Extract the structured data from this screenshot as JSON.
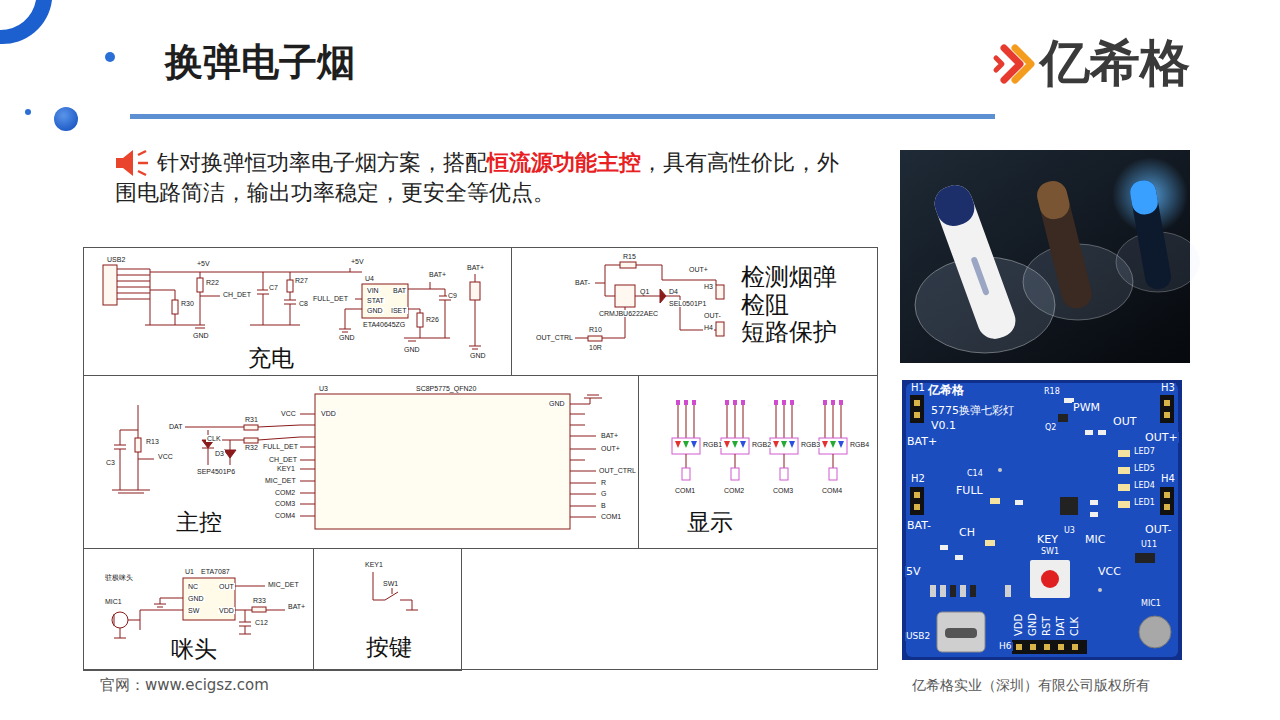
{
  "diagram": {
    "title": "换弹电子烟",
    "nodes": [
      {
        "text": [
          "充电"
        ]
      },
      {
        "text": [
          "检测烟弹 检阻 短路保护"
        ]
      },
      {
        "text": [
          "主控"
        ]
      },
      {
        "text": [
          "显示"
        ]
      },
      {
        "text": [
          "咪头"
        ]
      },
      {
        "text": [
          "按键"
        ]
      }
    ],
    "labels": [
      "针对换弹恒功率电子烟方案，搭配",
      "恒流源功能主控",
      "，具有高性价比，外围电路简洁，输出功率稳定，更安全等优点。",
      "官网：www.ecigsz.com",
      "亿希格实业（深圳）有限公司版权所有",
      "亿希格",
      "USB2",
      "+5V",
      "CH_DET",
      "FULL_DET",
      "U4",
      "ETA40645ZG",
      "VIN",
      "STAT",
      "GND",
      "BAT",
      "ISET",
      "BAT+",
      "+5V",
      "GND",
      "GND",
      "GND",
      "BAT+",
      "GND",
      "R22",
      "R30",
      "R27",
      "C7",
      "C8",
      "R26",
      "C9",
      "BAT-",
      "R15",
      "Q1",
      "D4",
      "SEL0501P1",
      "CRMJBU6222AEC",
      "OUT+",
      "H3",
      "OUT-",
      "H4",
      "OUT_CTRL",
      "R10",
      "10R",
      "U3",
      "SC8P5775_QFN20",
      "DAT",
      "CLK",
      "VCC",
      "FULL_DET",
      "CH_DET",
      "KEY1",
      "MIC_DET",
      "COM2",
      "COM3",
      "COM4",
      "VDD",
      "GND",
      "BAT+",
      "OUT+",
      "OUT_CTRL",
      "R",
      "G",
      "B",
      "COM1",
      "VCC",
      "D3",
      "SEP4501P6",
      "R13",
      "C3",
      "R31",
      "R32",
      "RGB1",
      "RGB2",
      "RGB3",
      "RGB4",
      "COM1",
      "COM2",
      "COM3",
      "COM4",
      "U1",
      "ETA7087",
      "NC",
      "GND",
      "SW",
      "OUT",
      "VDD",
      "MIC_DET",
      "BAT+",
      "MIC1",
      "R33",
      "C12",
      "驻极咪头",
      "KEY1",
      "SW1",
      "亿希格",
      "5775换弹七彩灯",
      "V0.1",
      "H1",
      "BAT+",
      "H2",
      "BAT-",
      "5V",
      "USB2",
      "FULL",
      "CH",
      "KEY",
      "SW1",
      "MIC",
      "VCC",
      "MIC1",
      "PWM",
      "OUT",
      "H3",
      "OUT+",
      "H4",
      "OUT-",
      "U3",
      "U11",
      "H6",
      "VDD",
      "GND",
      "RST",
      "DAT",
      "CLK",
      "LED7",
      "LED5",
      "LED4",
      "LED1",
      "R18",
      "Q2",
      "C14"
    ]
  }
}
